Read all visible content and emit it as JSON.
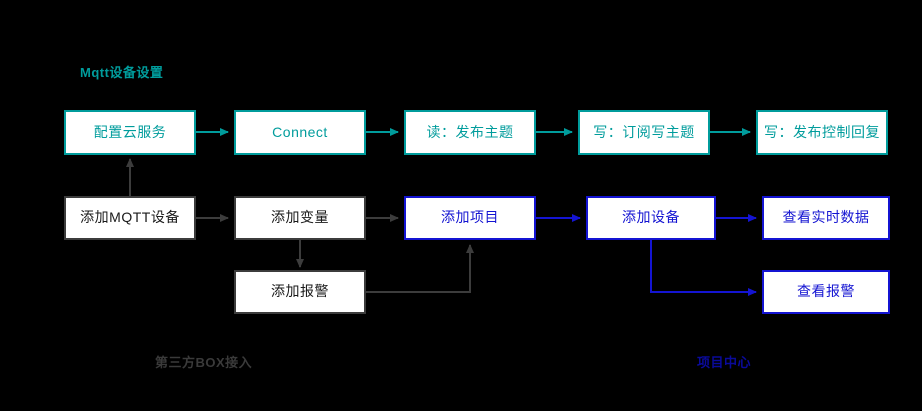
{
  "diagram": {
    "background": "#000000",
    "colors": {
      "teal": "#009c9c",
      "gray_border": "#3c3c3c",
      "gray_text": "#1a1a1a",
      "blue": "#1414d2",
      "node_fill": "#ffffff"
    },
    "titles": {
      "mqtt_section": "Mqtt设备设置",
      "thirdparty_section": "第三方BOX接入",
      "project_center_section": "项目中心"
    },
    "rows": {
      "mqtt_flow": [
        {
          "id": "config-cloud-service",
          "label": "配置云服务"
        },
        {
          "id": "connect",
          "label": "Connect"
        },
        {
          "id": "read-publish-topic",
          "label": "读：发布主题"
        },
        {
          "id": "write-subscribe-topic",
          "label": "写：订阅写主题"
        },
        {
          "id": "write-publish-control-reply",
          "label": "写：发布控制回复"
        }
      ],
      "device_flow": [
        {
          "id": "add-mqtt-device",
          "label": "添加MQTT设备"
        },
        {
          "id": "add-variable",
          "label": "添加变量"
        },
        {
          "id": "add-project",
          "label": "添加项目"
        },
        {
          "id": "add-device",
          "label": "添加设备"
        },
        {
          "id": "view-realtime-data",
          "label": "查看实时数据"
        }
      ],
      "alarm_flow": [
        {
          "id": "add-alarm",
          "label": "添加报警"
        },
        {
          "id": "view-alarm",
          "label": "查看报警"
        }
      ]
    }
  }
}
